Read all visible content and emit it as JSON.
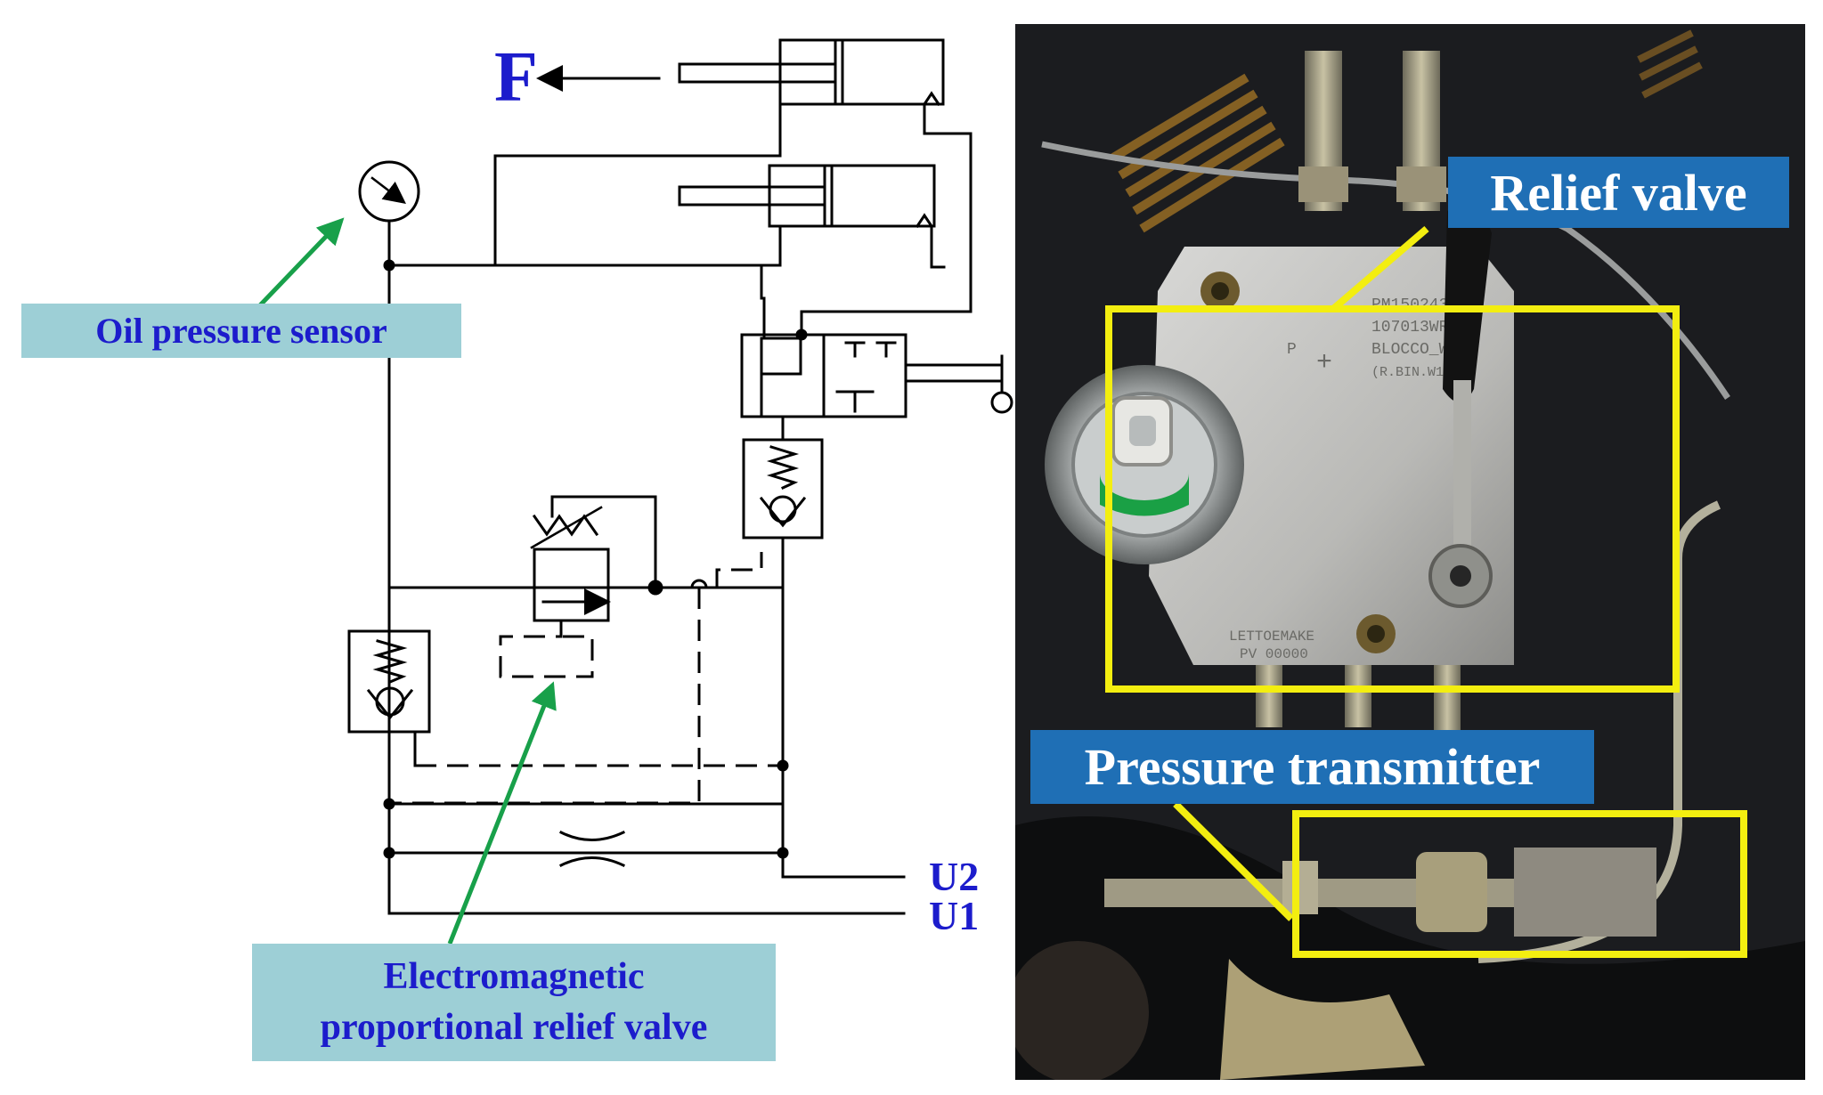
{
  "schematic": {
    "force_label": "F",
    "port_upper": "U2",
    "port_lower": "U1",
    "callouts": {
      "oil_pressure_sensor": "Oil pressure sensor",
      "proportional_valve_line1": "Electromagnetic",
      "proportional_valve_line2": "proportional relief valve"
    }
  },
  "photo": {
    "callouts": {
      "relief_valve": "Relief valve",
      "pressure_transmitter": "Pressure transmitter"
    },
    "valve_block_markings": {
      "port_letter": "P",
      "plus_sign": "+",
      "part_lines": [
        "PM150243",
        "107013WRL",
        "BLOCCO_W",
        "(R.BIN.W10H-R"
      ],
      "brand_lines": [
        "LETTOEMAKE",
        "PV 00000"
      ]
    }
  },
  "colors": {
    "callout_fill": "#9dcfd6",
    "callout_text": "#1c1ccc",
    "arrow_green": "#18a04a",
    "highlight_yellow": "#f3ee10",
    "photo_label_blue": "#1f6fb5"
  }
}
